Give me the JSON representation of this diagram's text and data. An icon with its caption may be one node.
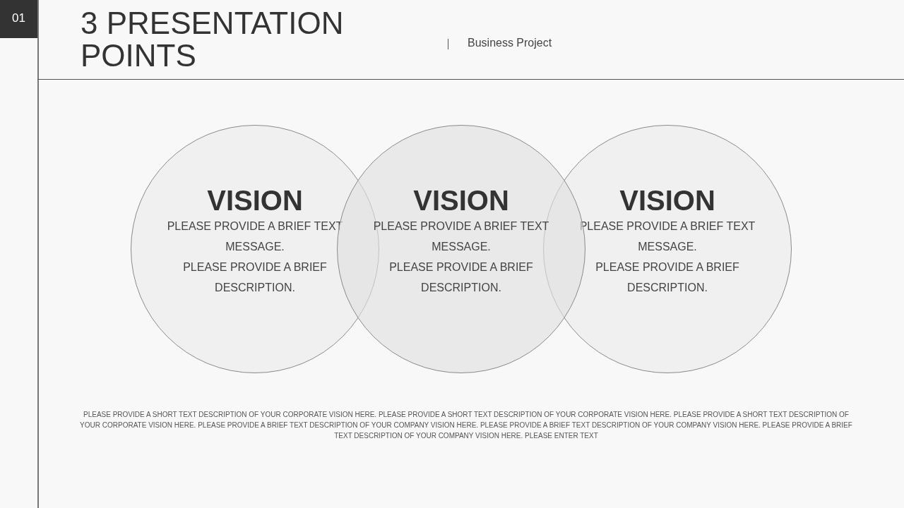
{
  "diagram": {
    "title": "3 PRESENTATION POINTS",
    "nodes": [
      {
        "text": [
          "VISION",
          "PLEASE PROVIDE A BRIEF TEXT MESSAGE.",
          "PLEASE PROVIDE A BRIEF DESCRIPTION."
        ]
      },
      {
        "text": [
          "VISION",
          "PLEASE PROVIDE A BRIEF TEXT MESSAGE.",
          "PLEASE PROVIDE A BRIEF DESCRIPTION."
        ]
      },
      {
        "text": [
          "VISION",
          "PLEASE PROVIDE A BRIEF TEXT MESSAGE.",
          "PLEASE PROVIDE A BRIEF DESCRIPTION."
        ]
      }
    ],
    "edges": [],
    "labels": [
      "01",
      "Business Project",
      "PLEASE PROVIDE A SHORT TEXT DESCRIPTION OF YOUR CORPORATE VISION HERE. PLEASE PROVIDE A SHORT TEXT DESCRIPTION OF YOUR CORPORATE VISION HERE. PLEASE PROVIDE A SHORT TEXT DESCRIPTION OF YOUR CORPORATE VISION HERE. PLEASE PROVIDE A BRIEF TEXT DESCRIPTION OF YOUR COMPANY VISION HERE. PLEASE PROVIDE A BRIEF TEXT DESCRIPTION OF YOUR COMPANY VISION HERE. PLEASE PROVIDE A BRIEF TEXT DESCRIPTION OF YOUR COMPANY VISION HERE. PLEASE ENTER TEXT"
    ]
  }
}
